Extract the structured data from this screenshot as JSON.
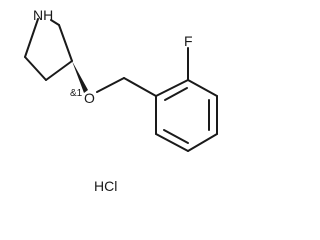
{
  "molecule": {
    "atoms": {
      "nitrogen": "NH",
      "oxygen": "O",
      "fluorine": "F"
    },
    "stereo_label": "&1",
    "salt": "HCl"
  }
}
